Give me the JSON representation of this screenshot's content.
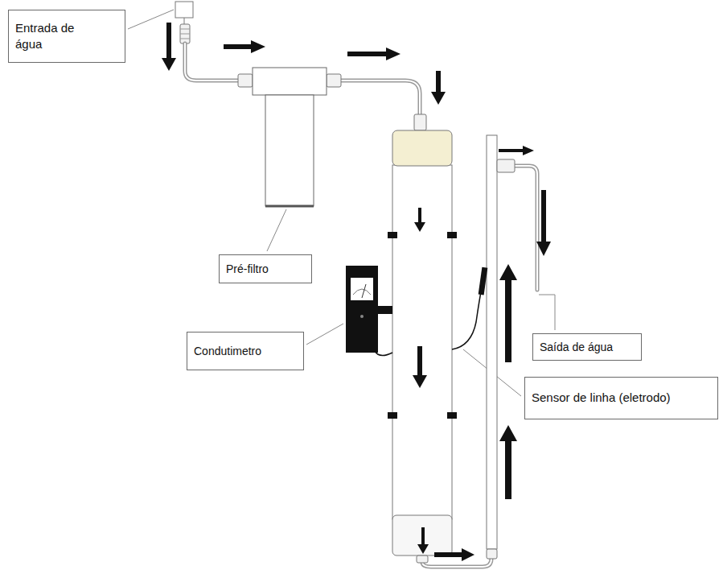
{
  "diagram": {
    "nodes": [
      {
        "text": [
          "Entrada de água"
        ]
      },
      {
        "text": [
          "Pré-filtro"
        ]
      },
      {
        "text": [
          "Condutimetro"
        ]
      },
      {
        "text": [
          "Saída de água"
        ]
      },
      {
        "text": [
          "Sensor de linha (eletrodo)"
        ]
      }
    ]
  }
}
